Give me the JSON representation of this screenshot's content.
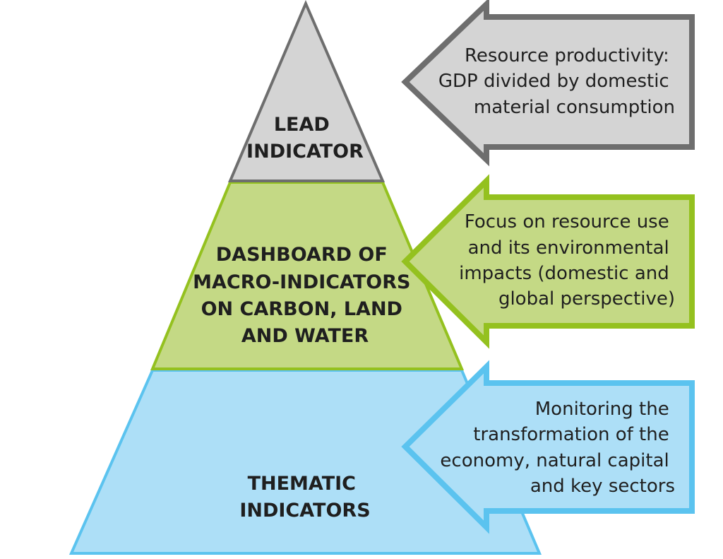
{
  "pyramid": {
    "top": {
      "lines": [
        "LEAD",
        "INDICATOR"
      ]
    },
    "middle": {
      "lines": [
        "DASHBOARD OF",
        "MACRO-INDICATORS",
        "ON CARBON, LAND",
        "AND WATER"
      ]
    },
    "bottom": {
      "lines": [
        "THEMATIC",
        "INDICATORS"
      ]
    }
  },
  "arrows": {
    "top": {
      "lines": [
        "Resource productivity:",
        "GDP divided by domestic",
        "material consumption"
      ]
    },
    "middle": {
      "lines": [
        "Focus on resource use",
        "and its environmental",
        "impacts (domestic and",
        "global perspective)"
      ]
    },
    "bottom": {
      "lines": [
        "Monitoring the",
        "transformation of the",
        "economy, natural capital",
        "and key sectors"
      ]
    }
  },
  "colors": {
    "grey_fill": "#d4d4d4",
    "grey_stroke": "#6e6e6e",
    "green_fill": "#c4d985",
    "green_stroke": "#94c11f",
    "blue_fill": "#addff7",
    "blue_stroke": "#5bc3ef"
  }
}
